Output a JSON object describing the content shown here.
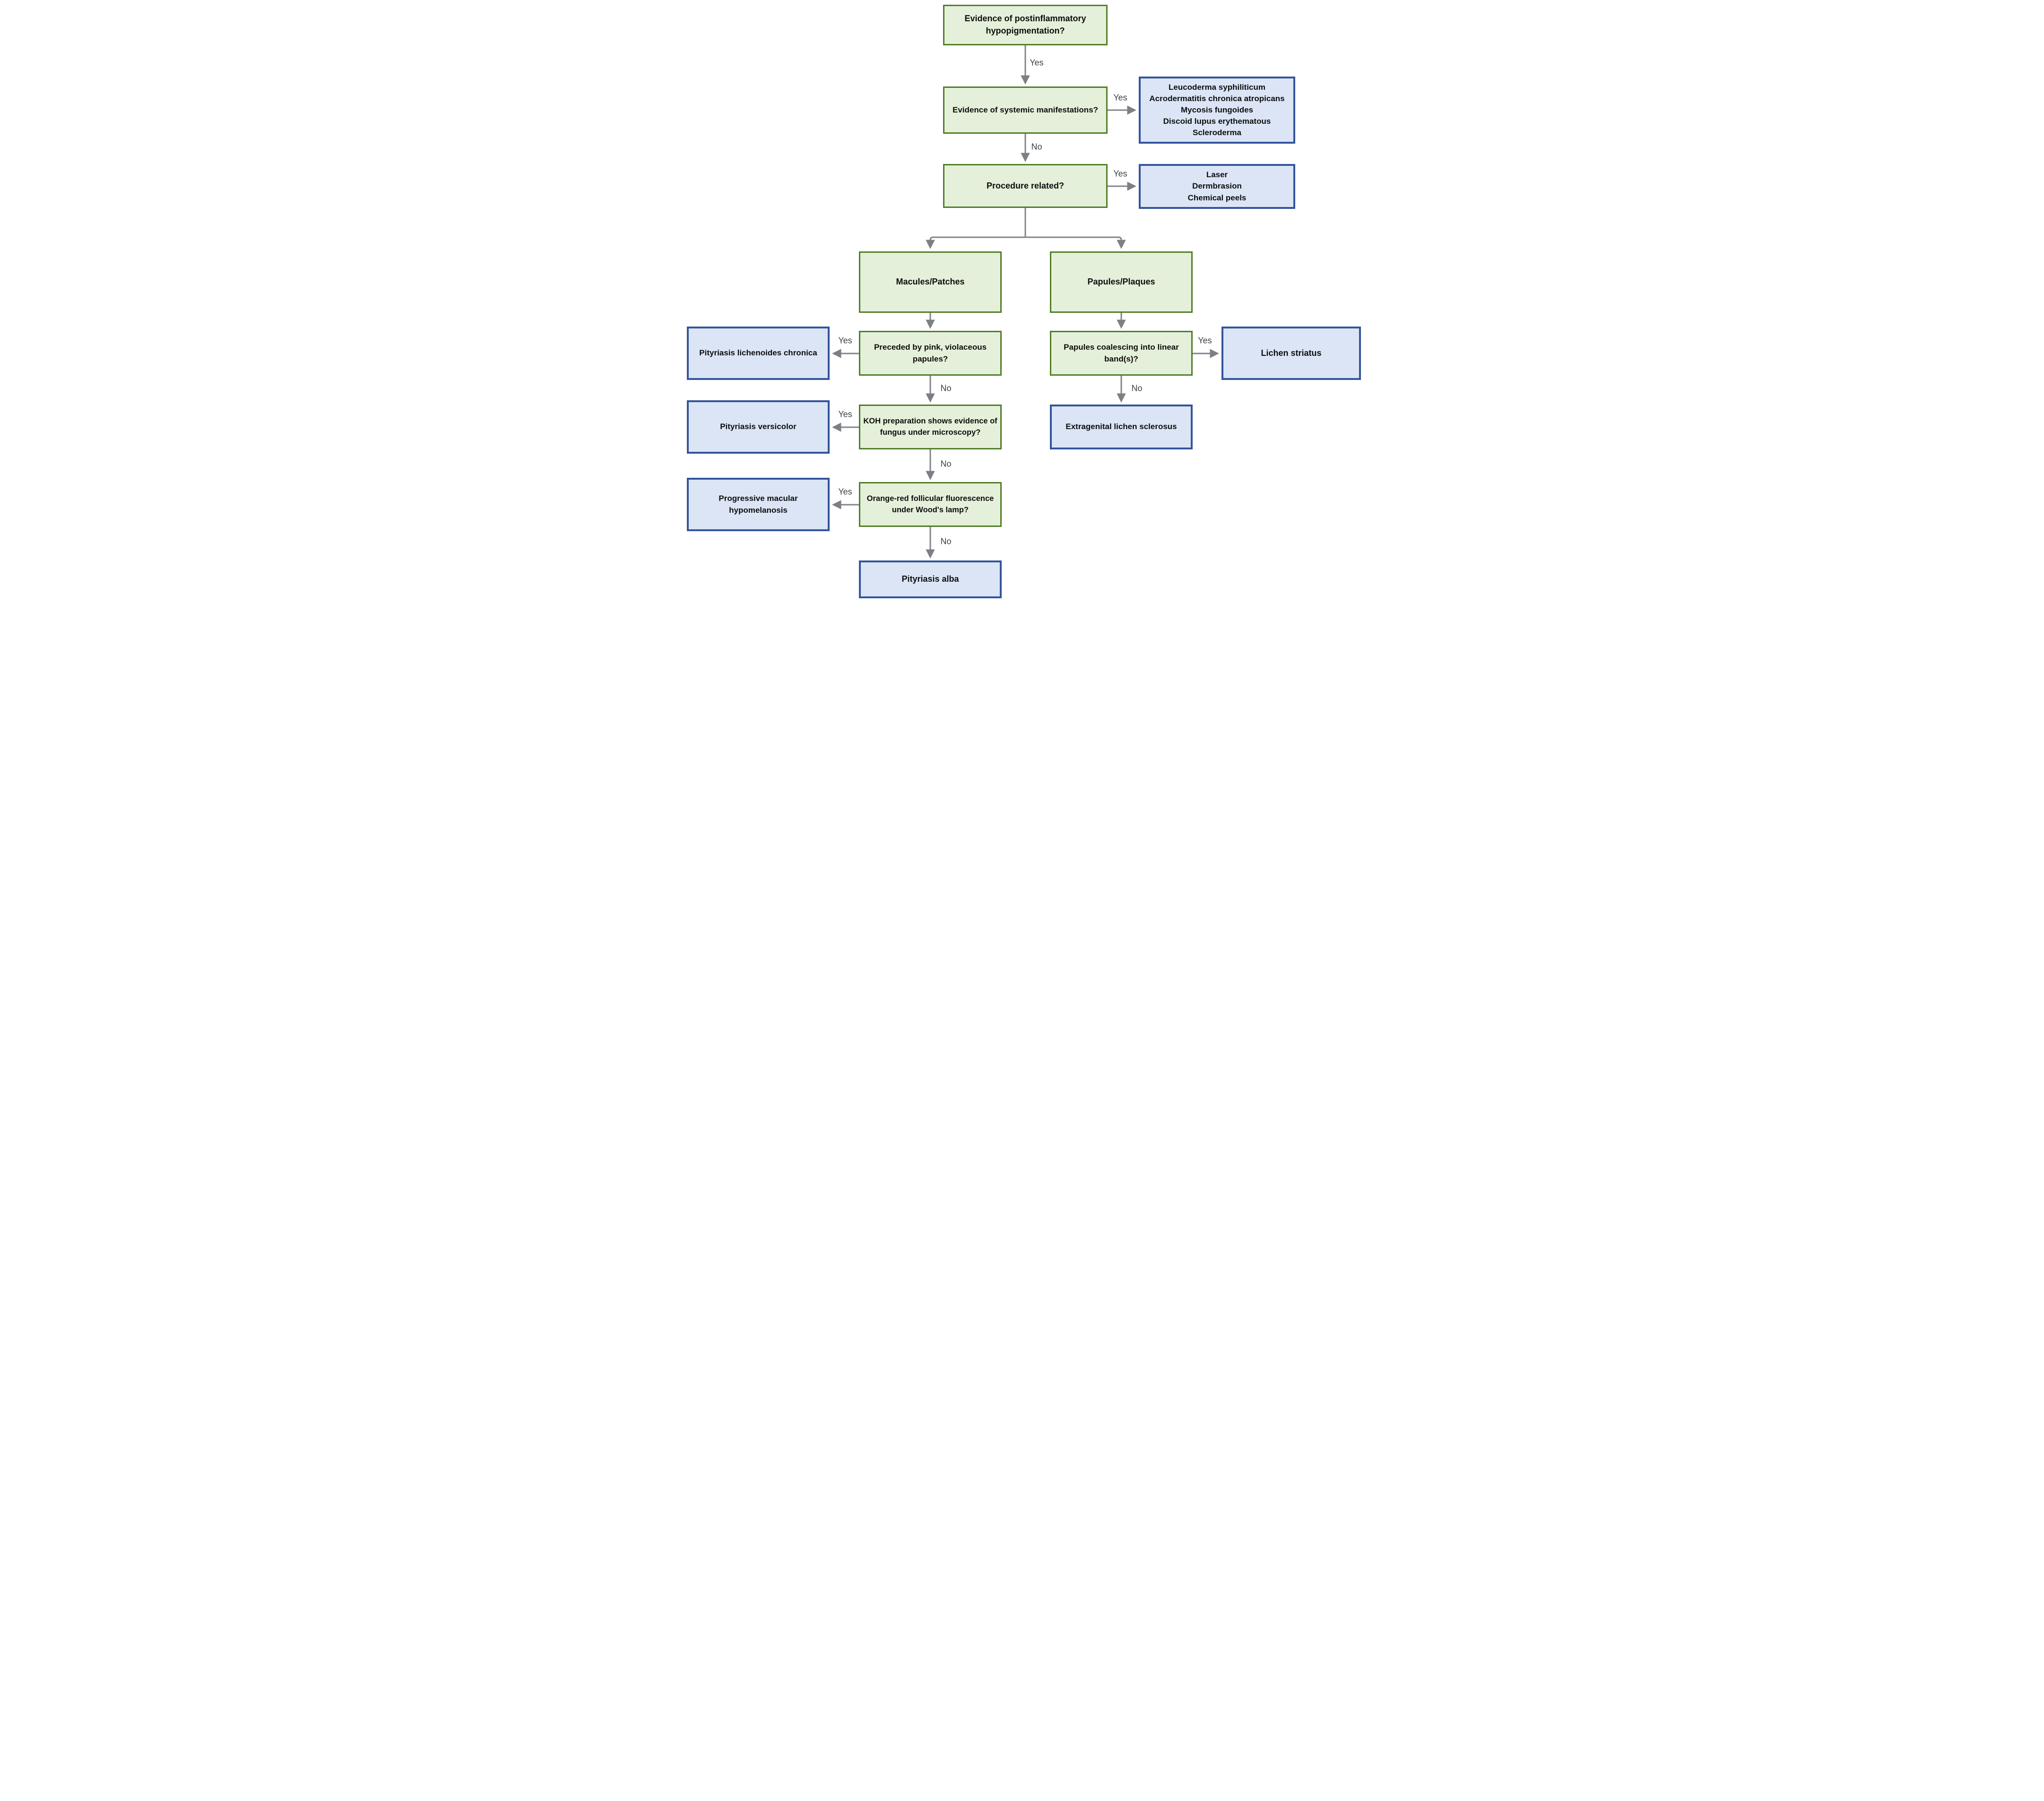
{
  "diagram": {
    "description": "Decision-tree flowchart for evaluating postinflammatory hypopigmentation",
    "node_type_decision": "question (green)",
    "node_type_result": "diagnosis (blue)"
  },
  "nodes": {
    "q_postinflammatory": {
      "lines": [
        "Evidence of postinflammatory",
        "hypopigmentation?"
      ]
    },
    "q_systemic": {
      "text": "Evidence of systemic manifestations?"
    },
    "dx_systemic": {
      "lines": [
        "Leucoderma syphiliticum",
        "Acrodermatitis chronica atropicans",
        "Mycosis fungoides",
        "Discoid lupus erythematous",
        "Scleroderma"
      ]
    },
    "q_procedure": {
      "text": "Procedure related?"
    },
    "dx_procedure": {
      "lines": [
        "Laser",
        "Dermbrasion",
        "Chemical peels"
      ]
    },
    "q_macules": {
      "text": "Macules/Patches"
    },
    "q_papules": {
      "text": "Papules/Plaques"
    },
    "q_preceded": {
      "lines": [
        "Preceded by pink, violaceous",
        "papules?"
      ]
    },
    "dx_plc": {
      "text": "Pityriasis lichenoides chronica"
    },
    "q_koh": {
      "lines": [
        "KOH preparation shows evidence of",
        "fungus under microscopy?"
      ]
    },
    "dx_pv": {
      "text": "Pityriasis versicolor"
    },
    "q_wood": {
      "lines": [
        "Orange-red follicular fluorescence",
        "under Wood's lamp?"
      ]
    },
    "dx_pmh": {
      "lines": [
        "Progressive macular",
        "hypomelanosis"
      ]
    },
    "dx_alba": {
      "text": "Pityriasis alba"
    },
    "q_linear": {
      "lines": [
        "Papules coalescing into linear",
        "band(s)?"
      ]
    },
    "dx_ls": {
      "text": "Lichen striatus"
    },
    "dx_extragenital": {
      "text": "Extragenital lichen sclerosus"
    }
  },
  "edges": {
    "postinflammatory_yes": "Yes",
    "systemic_yes": "Yes",
    "systemic_no": "No",
    "procedure_yes": "Yes",
    "preceded_yes": "Yes",
    "preceded_no": "No",
    "koh_yes": "Yes",
    "koh_no": "No",
    "wood_yes": "Yes",
    "wood_no": "No",
    "linear_yes": "Yes",
    "linear_no": "No"
  },
  "colors": {
    "decision_fill": "#e5f0da",
    "decision_border": "#517e28",
    "result_fill": "#dbe5f6",
    "result_border": "#34549c",
    "arrow": "#808488",
    "edge_label_text": "#3d4043",
    "node_text": "#0d0d0d",
    "background": "#ffffff"
  }
}
